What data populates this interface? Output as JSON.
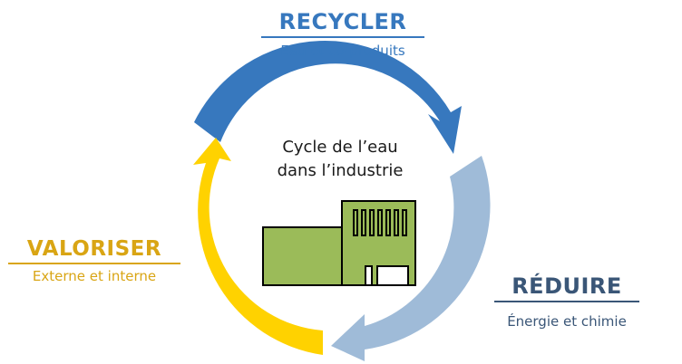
{
  "center": {
    "line1": "Cycle de l’eau",
    "line2": "dans l’industrie"
  },
  "stages": {
    "recycler": {
      "title": "RECYCLER",
      "subtitle": "Eau et co-produits",
      "color": "#3778BE"
    },
    "reduire": {
      "title": "RÉDUIRE",
      "subtitle": "Énergie et chimie",
      "color": "#9FBBD8",
      "title_color": "#3A5677",
      "subtitle_color": "#3A5677"
    },
    "valoriser": {
      "title": "VALORISER",
      "subtitle": "Externe et interne",
      "color": "#FFD200",
      "text_color": "#D9A514"
    }
  },
  "factory": {
    "fill": "#9BBB59",
    "stroke": "#000000",
    "icon": "factory-icon"
  }
}
